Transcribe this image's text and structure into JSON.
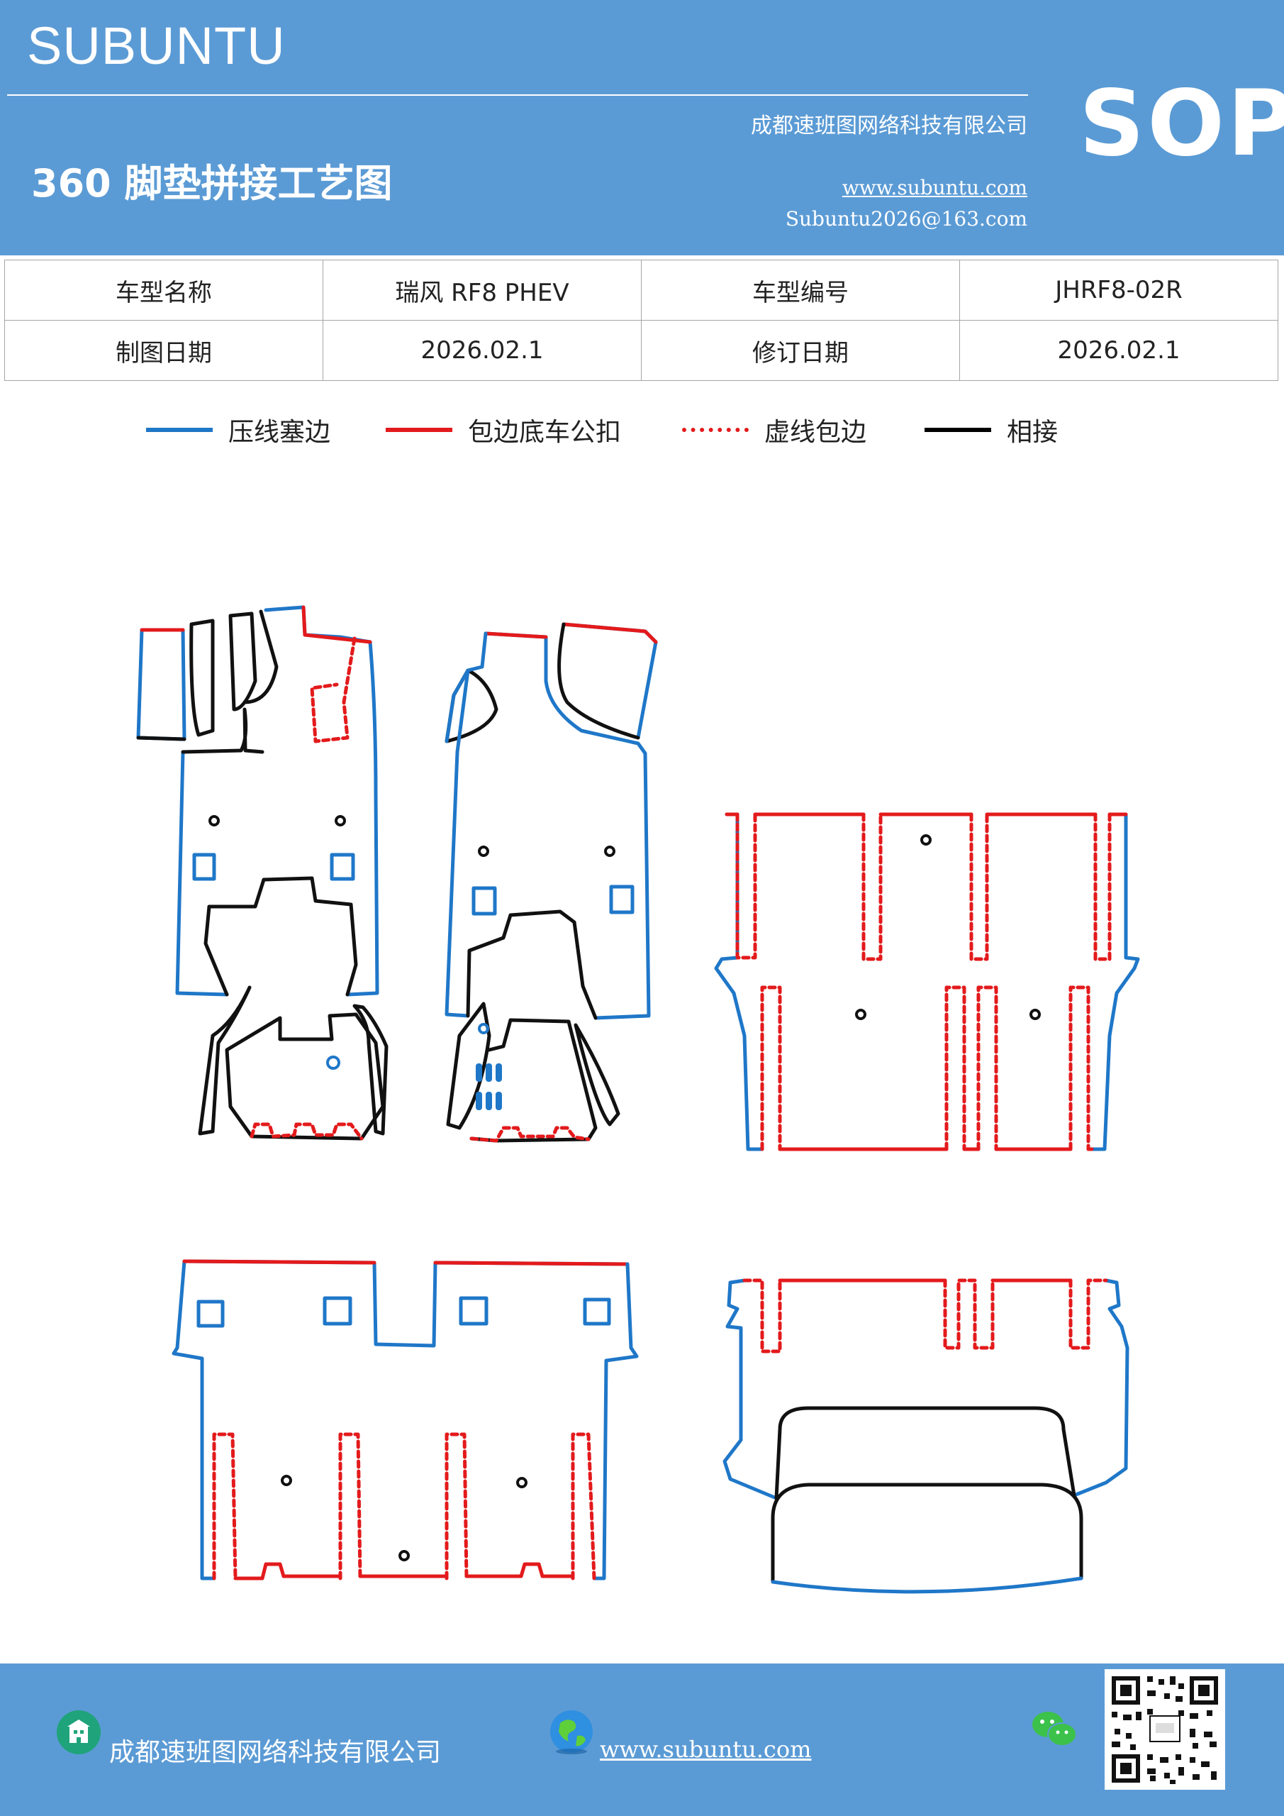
{
  "header": {
    "brand": "SUBUNTU",
    "company": "成都速班图网络科技有限公司",
    "title": "360 脚垫拼接工艺图",
    "website": "www.subuntu.com",
    "email": "Subuntu2026@163.com",
    "badge": "SOP"
  },
  "info_table": {
    "row1": [
      "车型名称",
      "瑞风 RF8  PHEV",
      "车型编号",
      "JHRF8-02R"
    ],
    "row2": [
      "制图日期",
      "2026.02.1",
      "修订日期",
      "2026.02.1"
    ]
  },
  "legend": [
    {
      "label": "压线塞边",
      "color": "#1f77c8",
      "style": "solid"
    },
    {
      "label": "包边底车公扣",
      "color": "#e31a1c",
      "style": "solid"
    },
    {
      "label": "虚线包边",
      "color": "#e31a1c",
      "style": "dotted"
    },
    {
      "label": "相接",
      "color": "#000000",
      "style": "solid"
    }
  ],
  "colors": {
    "accent": "#5b9bd5",
    "blue_line": "#1f77c8",
    "red_line": "#d62728",
    "black_line": "#111111"
  },
  "footer": {
    "company": "成都速班图网络科技有限公司",
    "website": "www.subuntu.com ",
    "icons": [
      "building-icon",
      "globe-icon",
      "wechat-icon",
      "qr-code-icon"
    ]
  }
}
